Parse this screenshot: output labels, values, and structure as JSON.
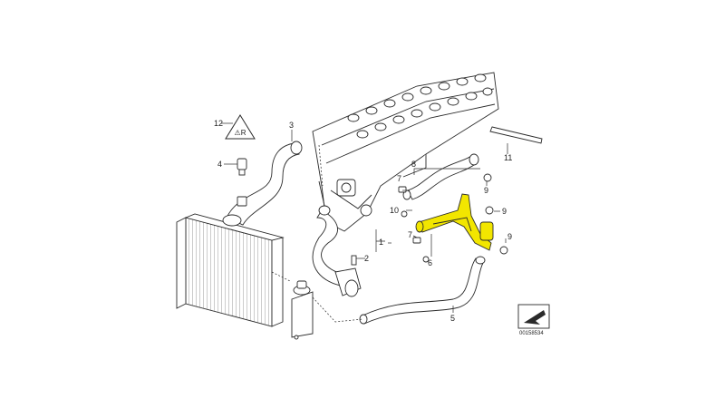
{
  "part_labels": {
    "p1": "1",
    "p2": "2",
    "p3": "3",
    "p4": "4",
    "p5": "5",
    "p6": "6",
    "p7a": "7",
    "p7b": "7",
    "p8": "8",
    "p9a": "9",
    "p9b": "9",
    "p9c": "9",
    "p10": "10",
    "p11": "11",
    "p12": "12"
  },
  "warning_symbol_text": "⚠R",
  "reference_number": "00158534",
  "colors": {
    "line": "#2a2a2a",
    "highlight": "#f2e600",
    "hose_fill": "#ffffff"
  }
}
